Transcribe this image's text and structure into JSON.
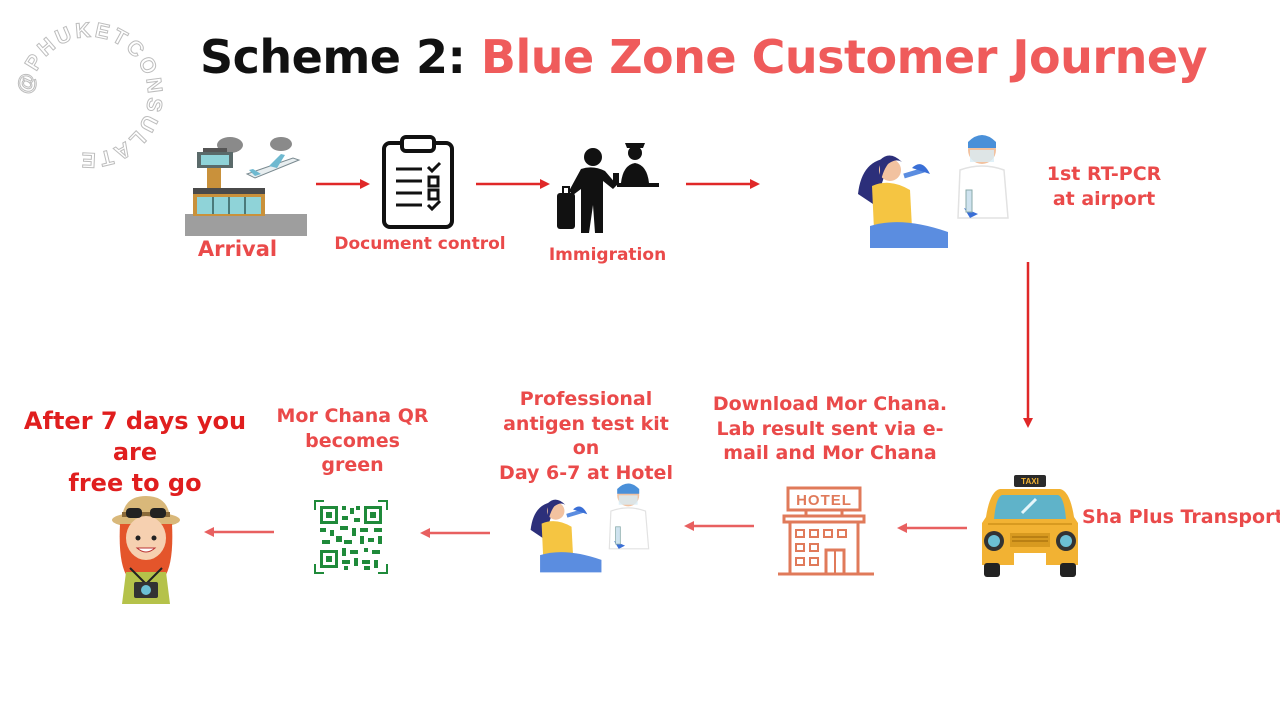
{
  "watermark": "@PHUKETCONSULATE",
  "title": {
    "prefix": "Scheme 2: ",
    "highlight": "Blue Zone Customer Journey"
  },
  "colors": {
    "accent": "#ea4a4a",
    "title_red": "#ef5b5b",
    "arrow": "#e02828",
    "hotel": "#e07a5a",
    "qr": "#1f8a3a",
    "taxi": "#f2b233"
  },
  "steps": {
    "arrival": {
      "label": "Arrival",
      "icon": "airport-icon"
    },
    "document": {
      "label": "Document control",
      "icon": "clipboard-icon"
    },
    "immigration": {
      "label": "Immigration",
      "icon": "immigration-icon"
    },
    "pcr": {
      "label_line1": "1st RT-PCR",
      "label_line2": "at airport",
      "icon": "swab-test-icon"
    },
    "transport": {
      "label": "Sha Plus Transport",
      "icon": "taxi-icon"
    },
    "hotel": {
      "label_line1": "Download Mor Chana.",
      "label_line2": "Lab result sent via e-",
      "label_line3": "mail and Mor Chana",
      "sign": "HOTEL",
      "icon": "hotel-icon"
    },
    "antigen": {
      "label_line1": "Professional",
      "label_line2": "antigen test kit on",
      "label_line3": "Day 6-7 at Hotel",
      "icon": "antigen-test-icon"
    },
    "qr": {
      "label_line1": "Mor Chana QR",
      "label_line2": "becomes",
      "label_line3": "green",
      "icon": "qr-code-icon"
    },
    "free": {
      "label_line1": "After 7 days you are",
      "label_line2": "free to go",
      "icon": "traveler-icon"
    }
  },
  "taxi_sign": "TAXI"
}
